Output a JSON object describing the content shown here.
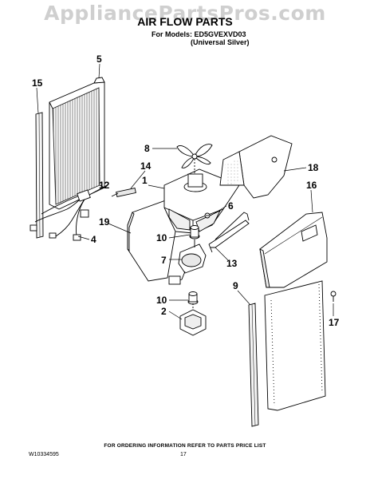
{
  "watermark": "AppliancePartsPros.com",
  "title": "AIR FLOW PARTS",
  "models_line1": "For Models: ED5GVEXVD03",
  "models_line2": "(Universal Silver)",
  "callouts": [
    "15",
    "5",
    "8",
    "14",
    "1",
    "12",
    "18",
    "16",
    "6",
    "19",
    "10",
    "4",
    "13",
    "7",
    "10",
    "9",
    "2",
    "17"
  ],
  "footer": {
    "note": "FOR ORDERING INFORMATION REFER TO PARTS PRICE LIST",
    "doc_number": "W10334595",
    "page": "17"
  }
}
